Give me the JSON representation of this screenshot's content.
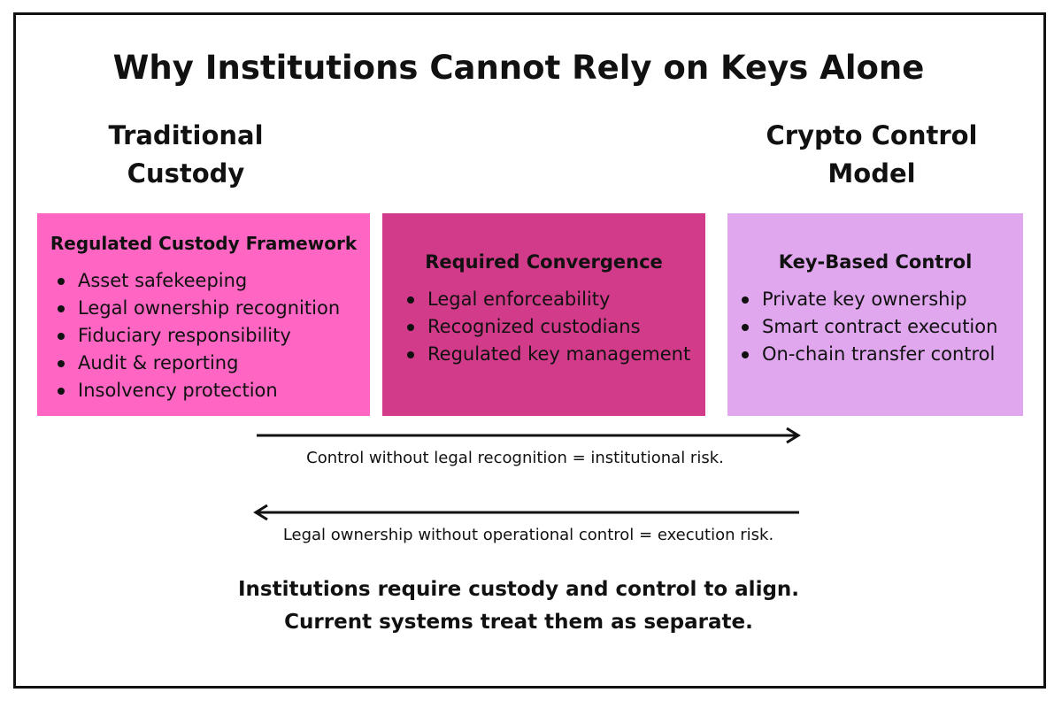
{
  "title": "Why Institutions Cannot Rely on Keys Alone",
  "headings": {
    "left": [
      "Traditional",
      "Custody"
    ],
    "right": [
      "Crypto Control",
      "Model"
    ]
  },
  "boxes": [
    {
      "title": "Regulated Custody Framework",
      "color": "#ff66c4",
      "items": [
        "Asset safekeeping",
        "Legal ownership recognition",
        "Fiduciary responsibility",
        "Audit & reporting",
        "Insolvency protection"
      ]
    },
    {
      "title": "Required Convergence",
      "color": "#d23a8a",
      "items": [
        "Legal enforceability",
        "Recognized custodians",
        "Regulated key management"
      ]
    },
    {
      "title": "Key-Based Control",
      "color": "#e0a7ef",
      "items": [
        "Private key ownership",
        "Smart contract execution",
        "On-chain transfer control"
      ]
    }
  ],
  "arrows": {
    "right_caption": "Control without legal recognition = institutional risk.",
    "left_caption": "Legal ownership without operational control = execution risk."
  },
  "conclusion": [
    "Institutions require custody and control to align.",
    "Current systems treat them as separate."
  ]
}
